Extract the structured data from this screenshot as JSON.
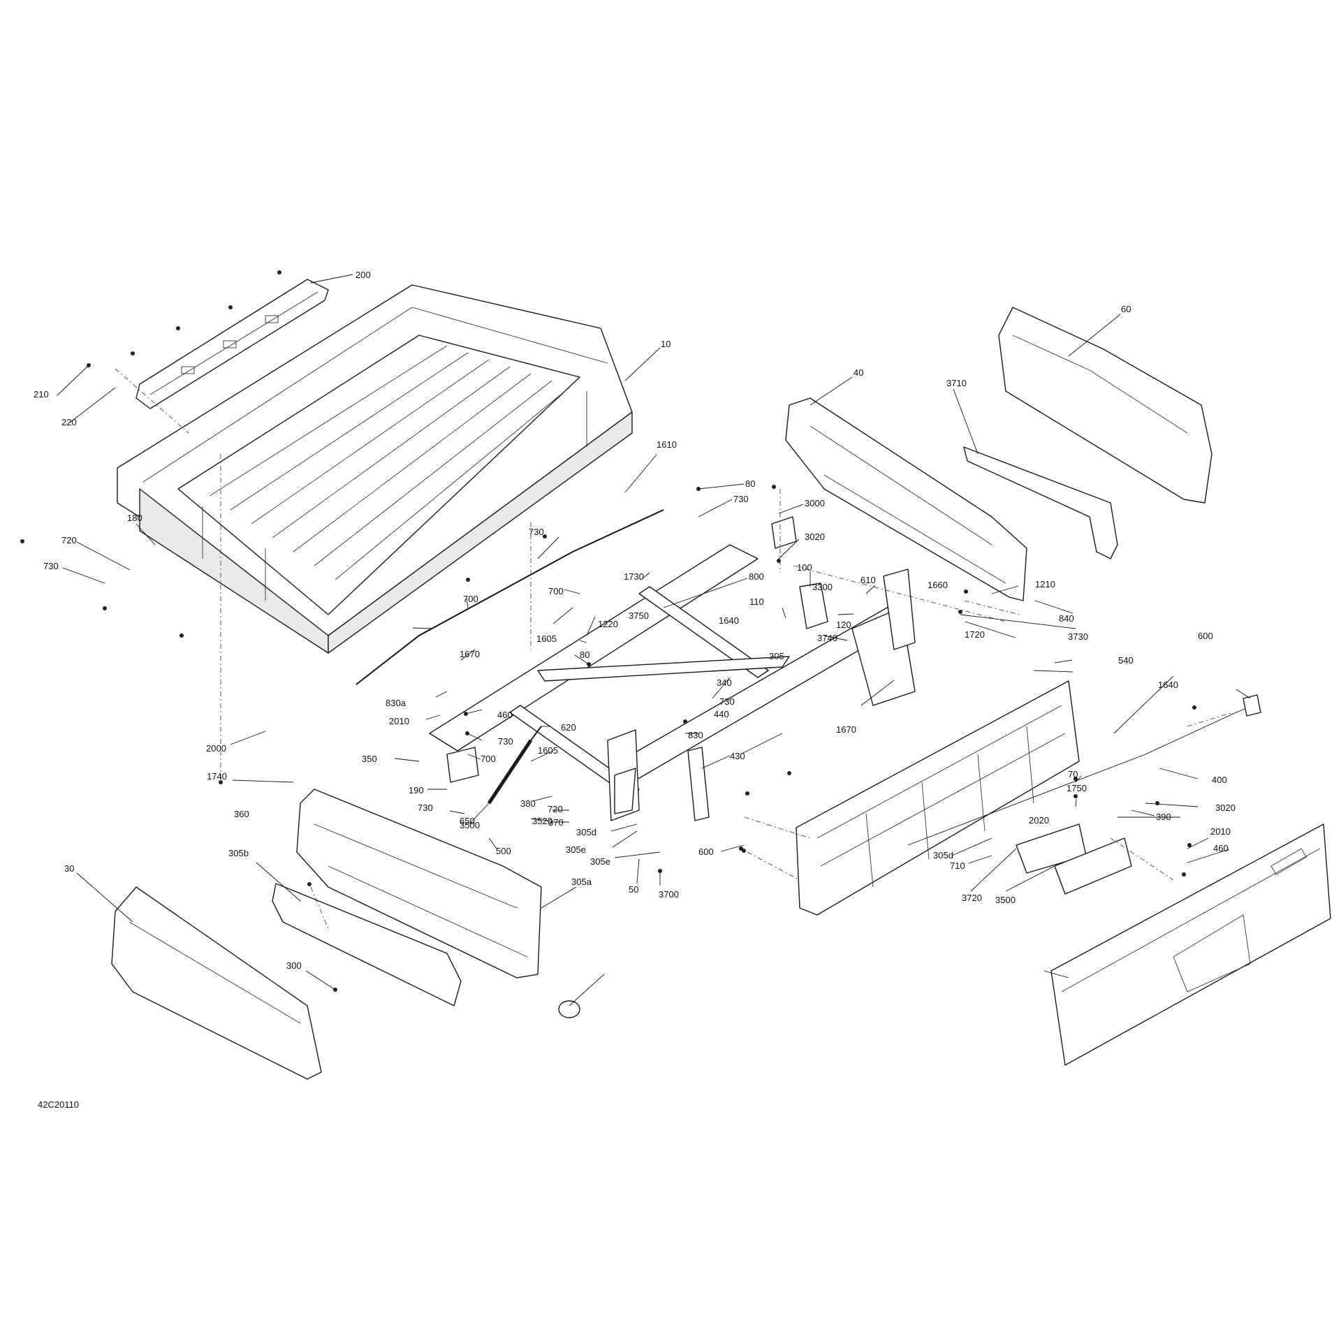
{
  "drawing_id": "42C20110",
  "callouts": [
    "200",
    "10",
    "60",
    "40",
    "3710",
    "210",
    "220",
    "1610",
    "80",
    "730",
    "3000",
    "3020",
    "180",
    "730",
    "720",
    "730",
    "1730",
    "800",
    "100",
    "1210",
    "610",
    "3300",
    "1660",
    "700",
    "700",
    "1220",
    "110",
    "120",
    "3740",
    "840",
    "1640",
    "1605",
    "3750",
    "3730",
    "1720",
    "1670",
    "80",
    "305",
    "540",
    "600",
    "340",
    "1640",
    "830a",
    "730",
    "460",
    "440",
    "1670",
    "2010",
    "620",
    "830",
    "730",
    "2000",
    "1605",
    "700",
    "1740",
    "430",
    "350",
    "400",
    "70",
    "360",
    "1750",
    "190",
    "380",
    "3020",
    "730",
    "720",
    "370",
    "390",
    "2020",
    "650",
    "3520",
    "305d",
    "305d",
    "2010",
    "3500",
    "500",
    "305e",
    "305e",
    "710",
    "460",
    "600",
    "50",
    "3700",
    "30",
    "305b",
    "305a",
    "3720",
    "3500",
    "300"
  ]
}
